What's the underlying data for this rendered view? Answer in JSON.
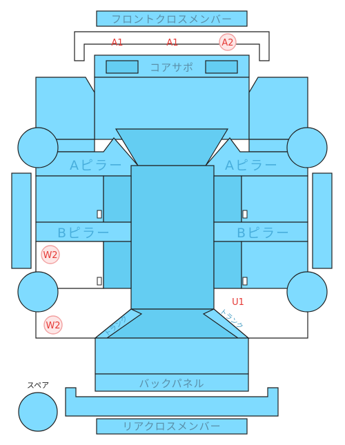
{
  "labels": {
    "front_cross_member": "フロントクロスメンバー",
    "core_support": "コアサポ",
    "a_pillar_left": "Aピラー",
    "a_pillar_right": "Aピラー",
    "b_pillar_left": "Bピラー",
    "b_pillar_right": "Bピラー",
    "back_panel": "バックパネル",
    "rear_cross_member": "リアクロスメンバー",
    "spare": "スペア",
    "trunk_left": "トランク",
    "trunk_right": "トランク"
  },
  "damage_codes": {
    "a1_left": "A1",
    "a1_center": "A1",
    "a2": "A2",
    "w2_upper": "W2",
    "w2_lower": "W2",
    "u1": "U1"
  },
  "colors": {
    "panel": "#7fdbff",
    "panel_dark": "#64cdf2",
    "code": "#e53935"
  }
}
